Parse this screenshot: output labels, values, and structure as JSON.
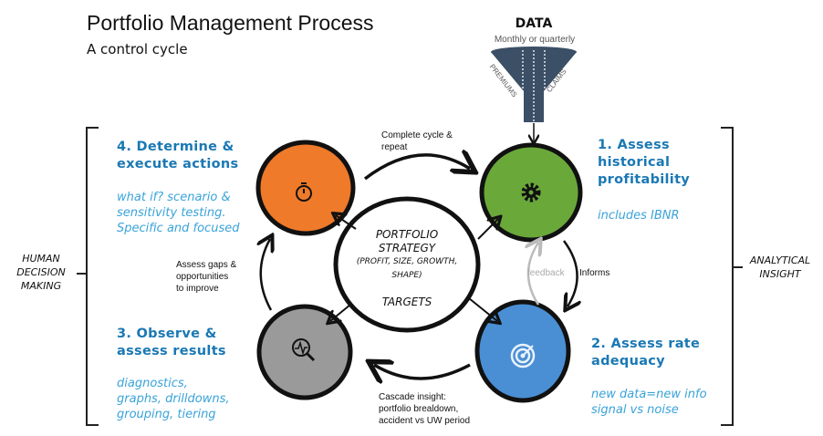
{
  "title": "Portfolio Management Process",
  "subtitle": "A control cycle",
  "data_block": {
    "title": "DATA",
    "subtitle": "Monthly or quarterly",
    "left_label": "PREMIUMS",
    "right_label": "CLAIMS"
  },
  "steps": [
    {
      "heading_line1": "1. Assess",
      "heading_line2": "historical",
      "heading_line3": "profitability",
      "detail_line1": "includes IBNR",
      "color": "#6aa83a"
    },
    {
      "heading_line1": "2. Assess rate",
      "heading_line2": "adequacy",
      "detail_line1": "new data=new info",
      "detail_line2": "signal vs noise",
      "color": "#4a8fd4"
    },
    {
      "heading_line1": "3. Observe &",
      "heading_line2": "assess results",
      "detail_line1": "diagnostics,",
      "detail_line2": "graphs, drilldowns,",
      "detail_line3": "grouping, tiering",
      "color": "#9a9a9a"
    },
    {
      "heading_line1": "4. Determine &",
      "heading_line2": "execute actions",
      "detail_line1": "what if? scenario &",
      "detail_line2": "sensitivity testing.",
      "detail_line3": "Specific and focused",
      "color": "#ee7a2a"
    }
  ],
  "center": {
    "line1": "PORTFOLIO",
    "line2": "STRATEGY",
    "line3": "(PROFIT, SIZE, GROWTH,",
    "line4": "SHAPE)",
    "line5": "TARGETS"
  },
  "arrows": {
    "complete_line1": "Complete cycle &",
    "complete_line2": "repeat",
    "feedback": "feedback",
    "informs": "Informs",
    "cascade_line1": "Cascade insight:",
    "cascade_line2": "portfolio brealdown,",
    "cascade_line3": "accident vs UW period",
    "gaps_line1": "Assess gaps &",
    "gaps_line2": "opportunities",
    "gaps_line3": "to improve"
  },
  "sides": {
    "left_line1": "HUMAN",
    "left_line2": "DECISION",
    "left_line3": "MAKING",
    "right_line1": "ANALYTICAL",
    "right_line2": "INSIGHT"
  }
}
